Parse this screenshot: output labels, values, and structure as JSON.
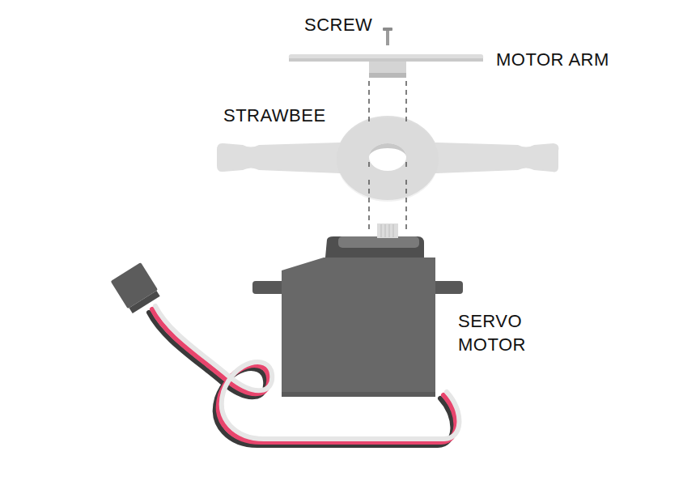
{
  "diagram": {
    "labels": [
      "SCREW",
      "MOTOR ARM",
      "STRAWBEE",
      "SERVO MOTOR"
    ]
  }
}
